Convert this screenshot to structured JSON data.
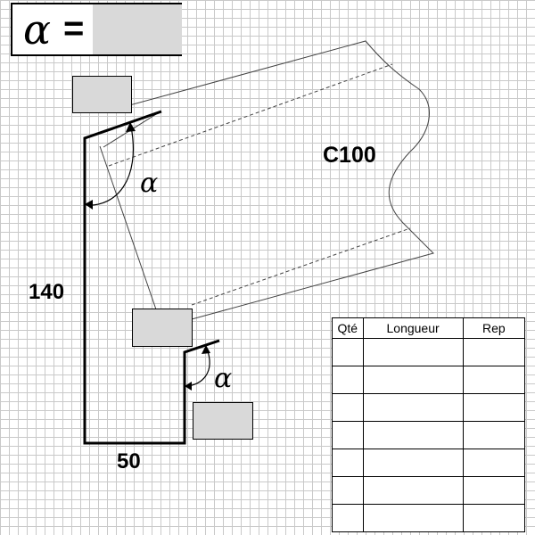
{
  "header": {
    "alpha_symbol": "α",
    "equals": "=",
    "alpha_value": ""
  },
  "drawing": {
    "profile_name": "C100",
    "height_label": "140",
    "flange_label": "50",
    "angle_symbol": "α",
    "top_lip_value": "",
    "top_inner_value": "",
    "bottom_inner_value": "",
    "bottom_lip_value": ""
  },
  "table": {
    "headers": [
      "Qté",
      "Longueur",
      "Rep"
    ],
    "rows": [
      [
        "",
        "",
        ""
      ],
      [
        "",
        "",
        ""
      ],
      [
        "",
        "",
        ""
      ],
      [
        "",
        "",
        ""
      ],
      [
        "",
        "",
        ""
      ],
      [
        "",
        "",
        ""
      ],
      [
        "",
        "",
        ""
      ]
    ]
  }
}
